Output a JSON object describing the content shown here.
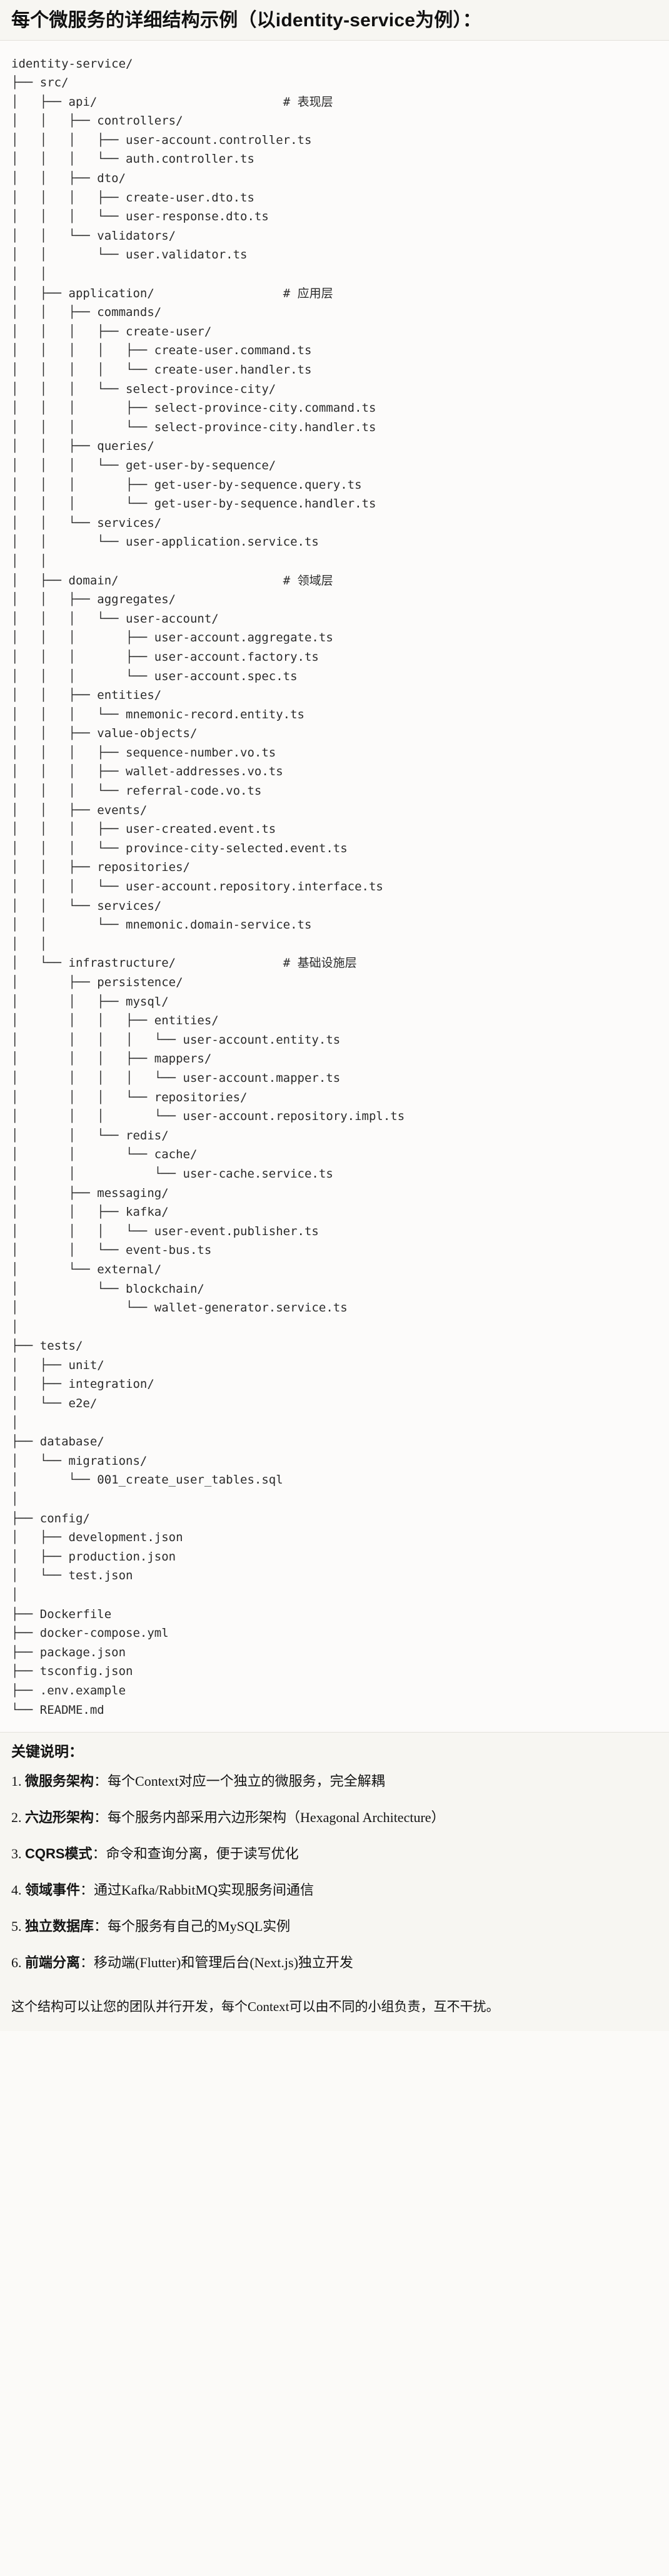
{
  "document": {
    "title": "每个微服务的详细结构示例（以identity-service为例）："
  },
  "tree": {
    "root_label": "identity-service/",
    "lines": [
      "identity-service/",
      "├── src/",
      "│   ├── api/                          # 表现层",
      "│   │   ├── controllers/",
      "│   │   │   ├── user-account.controller.ts",
      "│   │   │   └── auth.controller.ts",
      "│   │   ├── dto/",
      "│   │   │   ├── create-user.dto.ts",
      "│   │   │   └── user-response.dto.ts",
      "│   │   └── validators/",
      "│   │       └── user.validator.ts",
      "│   │",
      "│   ├── application/                  # 应用层",
      "│   │   ├── commands/",
      "│   │   │   ├── create-user/",
      "│   │   │   │   ├── create-user.command.ts",
      "│   │   │   │   └── create-user.handler.ts",
      "│   │   │   └── select-province-city/",
      "│   │   │       ├── select-province-city.command.ts",
      "│   │   │       └── select-province-city.handler.ts",
      "│   │   ├── queries/",
      "│   │   │   └── get-user-by-sequence/",
      "│   │   │       ├── get-user-by-sequence.query.ts",
      "│   │   │       └── get-user-by-sequence.handler.ts",
      "│   │   └── services/",
      "│   │       └── user-application.service.ts",
      "│   │",
      "│   ├── domain/                       # 领域层",
      "│   │   ├── aggregates/",
      "│   │   │   └── user-account/",
      "│   │   │       ├── user-account.aggregate.ts",
      "│   │   │       ├── user-account.factory.ts",
      "│   │   │       └── user-account.spec.ts",
      "│   │   ├── entities/",
      "│   │   │   └── mnemonic-record.entity.ts",
      "│   │   ├── value-objects/",
      "│   │   │   ├── sequence-number.vo.ts",
      "│   │   │   ├── wallet-addresses.vo.ts",
      "│   │   │   └── referral-code.vo.ts",
      "│   │   ├── events/",
      "│   │   │   ├── user-created.event.ts",
      "│   │   │   └── province-city-selected.event.ts",
      "│   │   ├── repositories/",
      "│   │   │   └── user-account.repository.interface.ts",
      "│   │   └── services/",
      "│   │       └── mnemonic.domain-service.ts",
      "│   │",
      "│   └── infrastructure/               # 基础设施层",
      "│       ├── persistence/",
      "│       │   ├── mysql/",
      "│       │   │   ├── entities/",
      "│       │   │   │   └── user-account.entity.ts",
      "│       │   │   ├── mappers/",
      "│       │   │   │   └── user-account.mapper.ts",
      "│       │   │   └── repositories/",
      "│       │   │       └── user-account.repository.impl.ts",
      "│       │   └── redis/",
      "│       │       └── cache/",
      "│       │           └── user-cache.service.ts",
      "│       ├── messaging/",
      "│       │   ├── kafka/",
      "│       │   │   └── user-event.publisher.ts",
      "│       │   └── event-bus.ts",
      "│       └── external/",
      "│           └── blockchain/",
      "│               └── wallet-generator.service.ts",
      "│",
      "├── tests/",
      "│   ├── unit/",
      "│   ├── integration/",
      "│   └── e2e/",
      "│",
      "├── database/",
      "│   └── migrations/",
      "│       └── 001_create_user_tables.sql",
      "│",
      "├── config/",
      "│   ├── development.json",
      "│   ├── production.json",
      "│   └── test.json",
      "│",
      "├── Dockerfile",
      "├── docker-compose.yml",
      "├── package.json",
      "├── tsconfig.json",
      "├── .env.example",
      "└── README.md"
    ],
    "layer_comments": [
      {
        "layer": "api",
        "comment": "# 表现层"
      },
      {
        "layer": "application",
        "comment": "# 应用层"
      },
      {
        "layer": "domain",
        "comment": "# 领域层"
      },
      {
        "layer": "infrastructure",
        "comment": "# 基础设施层"
      }
    ]
  },
  "notes": {
    "heading": "关键说明：",
    "items": [
      {
        "name": "微服务架构",
        "desc": "：每个Context对应一个独立的微服务，完全解耦"
      },
      {
        "name": "六边形架构",
        "desc": "：每个服务内部采用六边形架构（Hexagonal Architecture）"
      },
      {
        "name": "CQRS模式",
        "desc": "：命令和查询分离，便于读写优化"
      },
      {
        "name": "领域事件",
        "desc": "：通过Kafka/RabbitMQ实现服务间通信"
      },
      {
        "name": "独立数据库",
        "desc": "：每个服务有自己的MySQL实例"
      },
      {
        "name": "前端分离",
        "desc": "：移动端(Flutter)和管理后台(Next.js)独立开发"
      }
    ],
    "footer": "这个结构可以让您的团队并行开发，每个Context可以由不同的小组负责，互不干扰。"
  },
  "colors": {
    "page_bg": "#fbfaf8",
    "heading_bg": "#f7f6f2",
    "code_bg": "#fcfbfa",
    "text": "#1a1a1a",
    "code_text": "#2b2b2b",
    "rule": "#e3e1dc"
  }
}
